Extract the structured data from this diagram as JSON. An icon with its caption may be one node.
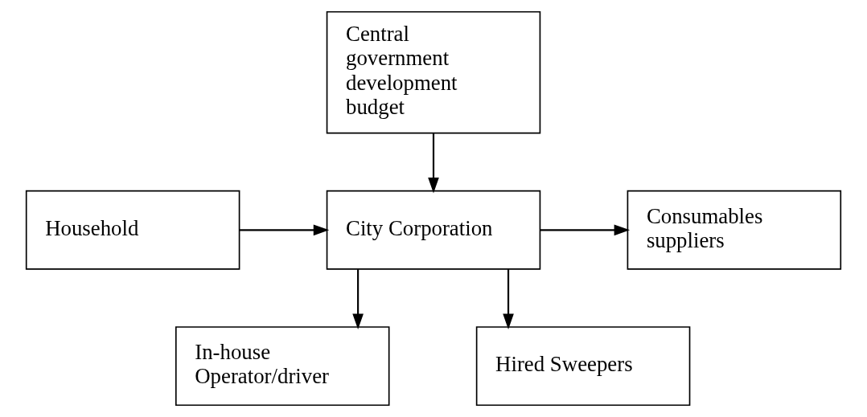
{
  "diagram": {
    "nodes": [
      {
        "text": [
          "Central government development budget"
        ]
      },
      {
        "text": [
          "Household"
        ]
      },
      {
        "text": [
          "City Corporation"
        ]
      },
      {
        "text": [
          "Consumables suppliers"
        ]
      },
      {
        "text": [
          "In-house Operator/driver"
        ]
      },
      {
        "text": [
          "Hired Sweepers"
        ]
      }
    ],
    "edges": [
      {
        "from": 0,
        "to": 2,
        "arrow": "to"
      },
      {
        "from": 1,
        "to": 2,
        "arrow": "to"
      },
      {
        "from": 2,
        "to": 3,
        "arrow": "to"
      },
      {
        "from": 2,
        "to": 4,
        "arrow": "to"
      },
      {
        "from": 2,
        "to": 5,
        "arrow": "to"
      }
    ]
  }
}
